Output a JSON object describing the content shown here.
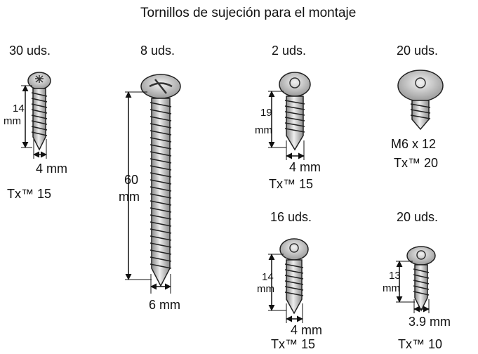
{
  "title": "Tornillos de sujeción para el montaje",
  "screws": [
    {
      "qty": "30 uds.",
      "length": "14",
      "length_unit": "mm",
      "diameter": "4 mm",
      "drive": "Tx™ 15"
    },
    {
      "qty": "8 uds.",
      "length": "60",
      "length_unit": "mm",
      "diameter": "6 mm"
    },
    {
      "qty": "2 uds.",
      "length": "19",
      "length_unit": "mm",
      "diameter": "4 mm",
      "drive": "Tx™ 15"
    },
    {
      "qty": "20 uds.",
      "size": "M6 x 12",
      "drive": "Tx™ 20"
    },
    {
      "qty": "16 uds.",
      "length": "14",
      "length_unit": "mm",
      "diameter": "4 mm",
      "drive": "Tx™ 15"
    },
    {
      "qty": "20 uds.",
      "length": "13",
      "length_unit": "mm",
      "diameter": "3.9 mm",
      "drive": "Tx™ 10"
    }
  ]
}
